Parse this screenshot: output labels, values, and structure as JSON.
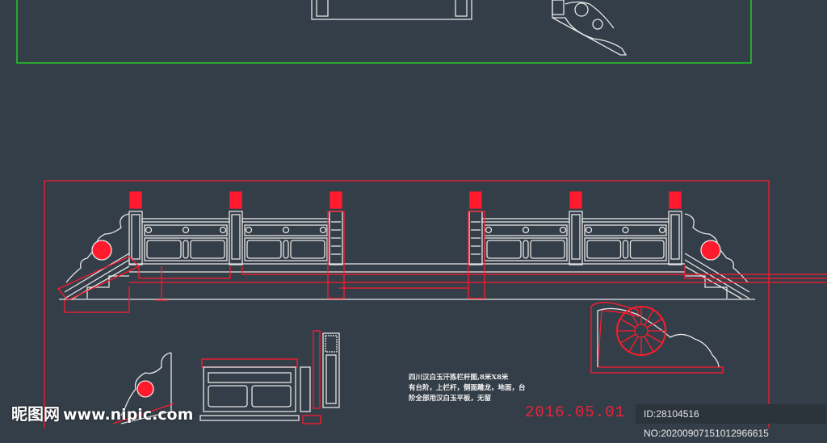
{
  "colors": {
    "background": "#343e48",
    "line": "#e6e6e6",
    "red": "#ff1a2e",
    "green": "#22cc22"
  },
  "drawing": {
    "note_lines": [
      "四川汉白玉汗拣栏杆图,8米X8米",
      "有台阶，上栏杆，侧面雕龙，地面，台",
      "阶全部用汉白玉平板，无留"
    ],
    "date": "2016.05.01"
  },
  "watermark": {
    "site_name": "昵图网",
    "url": "www.nipic.com",
    "id_text": "ID:28104516 NO:20200907151012966615"
  }
}
